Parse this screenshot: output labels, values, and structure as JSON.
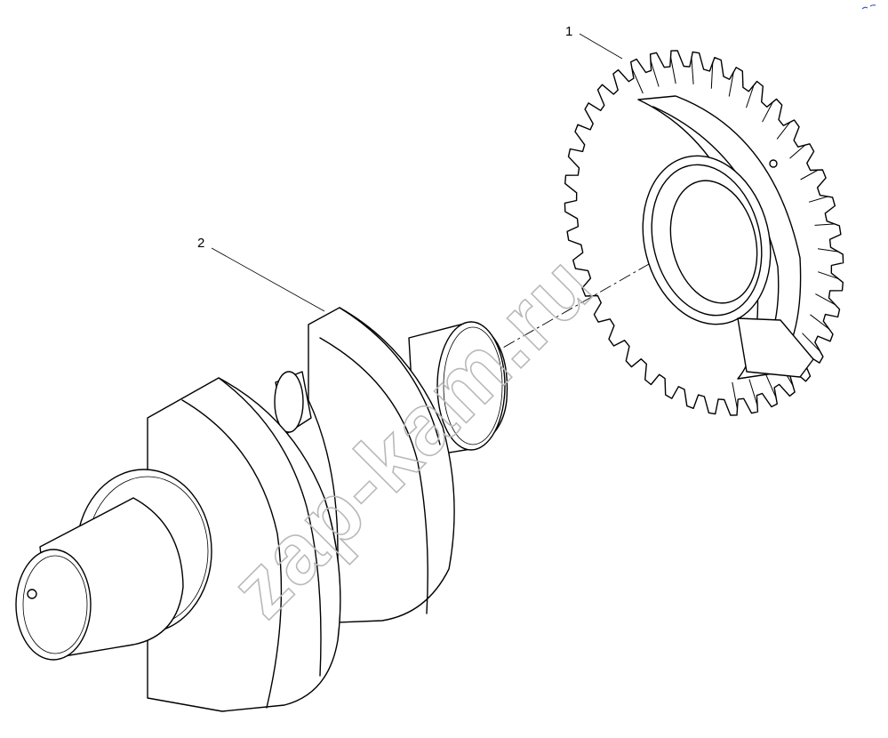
{
  "callouts": {
    "gear": "1",
    "crankshaft": "2"
  },
  "watermark": "zap-kam.ru",
  "colors": {
    "line": "#000000",
    "background": "#ffffff",
    "watermark": "#b9b9b9",
    "corner_mark": "#3b5bd6"
  }
}
